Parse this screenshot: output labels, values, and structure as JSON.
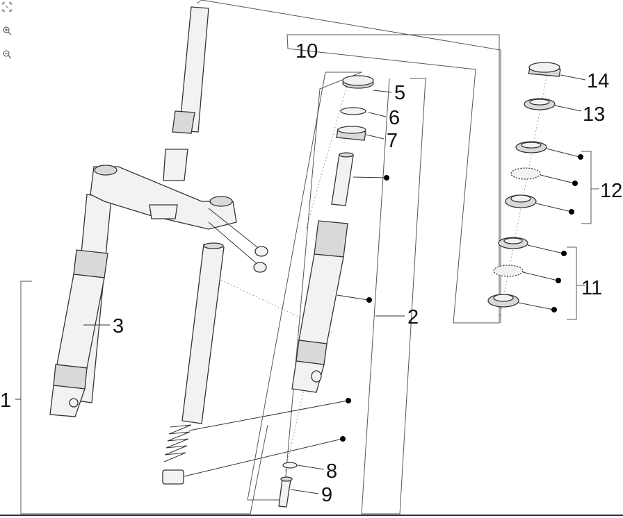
{
  "toolbar": {
    "icons": [
      "fit-screen-icon",
      "zoom-in-icon",
      "zoom-out-icon"
    ]
  },
  "labels": {
    "l1": "1",
    "l2": "2",
    "l3": "3",
    "l5": "5",
    "l6": "6",
    "l7": "7",
    "l8": "8",
    "l9": "9",
    "l10": "10",
    "l11": "11",
    "l12": "12",
    "l13": "13",
    "l14": "14"
  }
}
